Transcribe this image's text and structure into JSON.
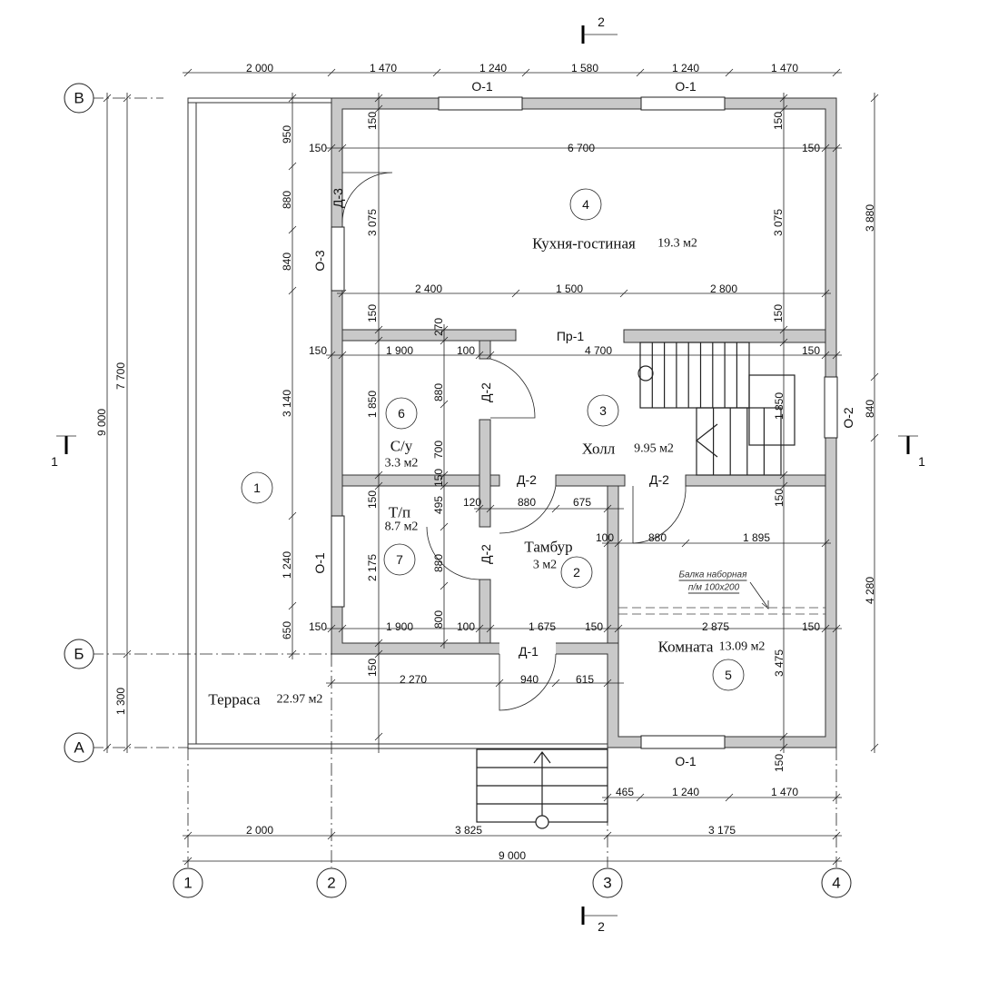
{
  "axes": {
    "rows": [
      "А",
      "Б",
      "В"
    ],
    "cols": [
      "1",
      "2",
      "3",
      "4"
    ]
  },
  "sections": {
    "top": "2",
    "bottom": "2",
    "left": "1",
    "right": "1"
  },
  "dims": {
    "top": [
      "2 000",
      "1 470",
      "1 240",
      "1 580",
      "1 240",
      "1 470"
    ],
    "left_outer": "9 000",
    "left_mid": [
      "7 700",
      "1 300"
    ],
    "left_inner": [
      "950",
      "880",
      "840",
      "3 140",
      "1 240",
      "650"
    ],
    "right": [
      "3 880",
      "840",
      "4 280"
    ],
    "bottom_windows": [
      "465",
      "1 240",
      "1 470"
    ],
    "bottom_axes": [
      "2 000",
      "3 825",
      "3 175"
    ],
    "bottom_total": "9 000",
    "interior": [
      "150",
      "6 700",
      "150",
      "150",
      "3 075",
      "150",
      "150",
      "3 075",
      "150",
      "2 400",
      "1 500",
      "2 800",
      "150",
      "1 900",
      "100",
      "4 700",
      "150",
      "270",
      "1 850",
      "880",
      "700",
      "150",
      "495",
      "880",
      "800",
      "1 850",
      "150",
      "2 175",
      "120",
      "880",
      "675",
      "100",
      "880",
      "1 895",
      "150",
      "150",
      "1 900",
      "100",
      "1 675",
      "150",
      "2 875",
      "150",
      "3 475",
      "150",
      "2 270",
      "940",
      "615",
      "150"
    ]
  },
  "openings": [
    "О-1",
    "О-1",
    "Д-3",
    "О-3",
    "Пр-1",
    "Д-2",
    "Д-2",
    "Д-2",
    "Д-2",
    "О-2",
    "О-1",
    "Д-1",
    "О-1"
  ],
  "rooms": [
    {
      "num": "1",
      "name": "Терраса",
      "area": "22.97 м2"
    },
    {
      "num": "2",
      "name": "Тамбур",
      "area": "3 м2"
    },
    {
      "num": "3",
      "name": "Холл",
      "area": "9.95 м2"
    },
    {
      "num": "4",
      "name": "Кухня-гостиная",
      "area": "19.3 м2"
    },
    {
      "num": "5",
      "name": "Комната",
      "area": "13.09 м2"
    },
    {
      "num": "6",
      "name": "С/у",
      "area": "3.3 м2"
    },
    {
      "num": "7",
      "name": "Т/п",
      "area": "8.7 м2"
    }
  ],
  "beam_note": {
    "line1": "Балка наборная",
    "line2": "п/м 100х200"
  }
}
